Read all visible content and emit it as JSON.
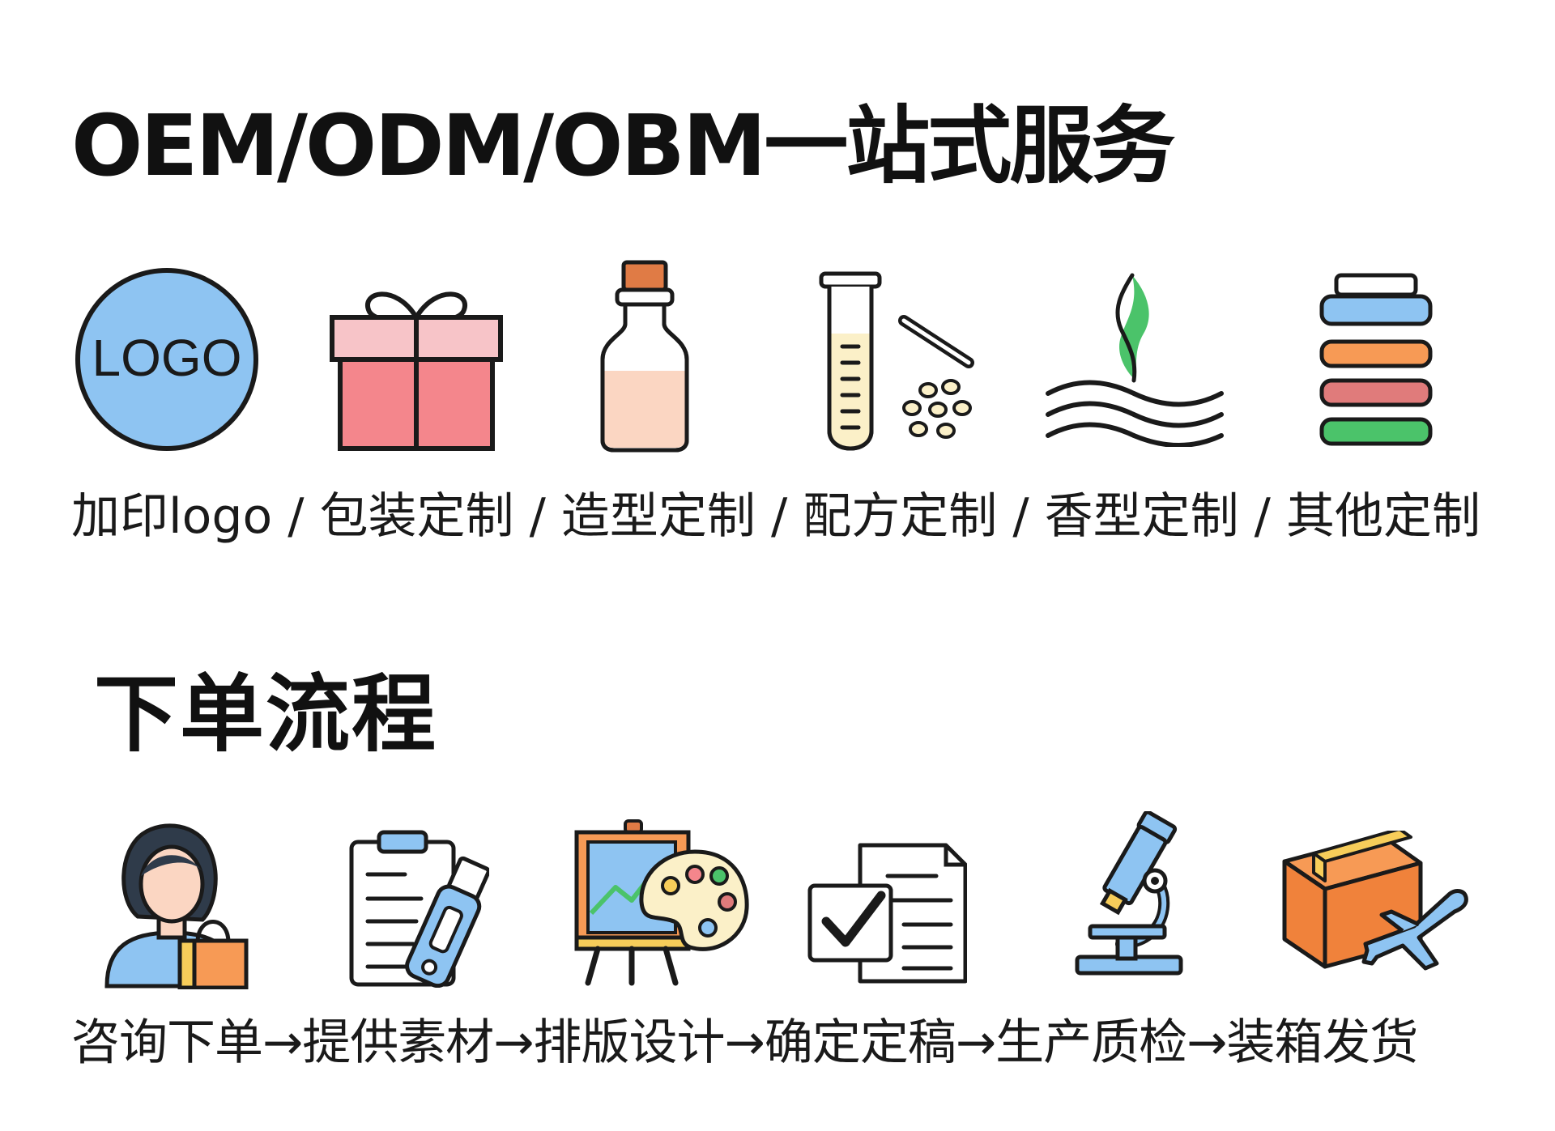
{
  "services_title": "OEM/ODM/OBM一站式服务",
  "logo_badge_text": "LOGO",
  "services_caption": "加印logo / 包装定制 / 造型定制 / 配方定制 / 香型定制 / 其他定制",
  "process_title": "下单流程",
  "process_caption": "咨询下单→提供素材→排版设计→确定定稿→生产质检→装箱发货",
  "service_icons": [
    "logo-badge-icon",
    "gift-box-icon",
    "bottle-icon",
    "test-tube-icon",
    "fragrance-icon",
    "layered-stack-icon"
  ],
  "process_icons": [
    "customer-shopping-icon",
    "clipboard-usb-icon",
    "easel-palette-icon",
    "document-check-icon",
    "microscope-icon",
    "shipping-box-icon"
  ],
  "colors": {
    "outline": "#1a1a1a",
    "blue": "#8ec4f2",
    "pink": "#f7c4c8",
    "red": "#f4868c",
    "peach": "#fbd6c2",
    "cork": "#e07b45",
    "cream": "#fbf0c8",
    "green": "#4bc36a",
    "orange": "#f79a55",
    "rose": "#e07b7b",
    "yellow": "#f7cd5a",
    "box_orange": "#f0823b"
  }
}
